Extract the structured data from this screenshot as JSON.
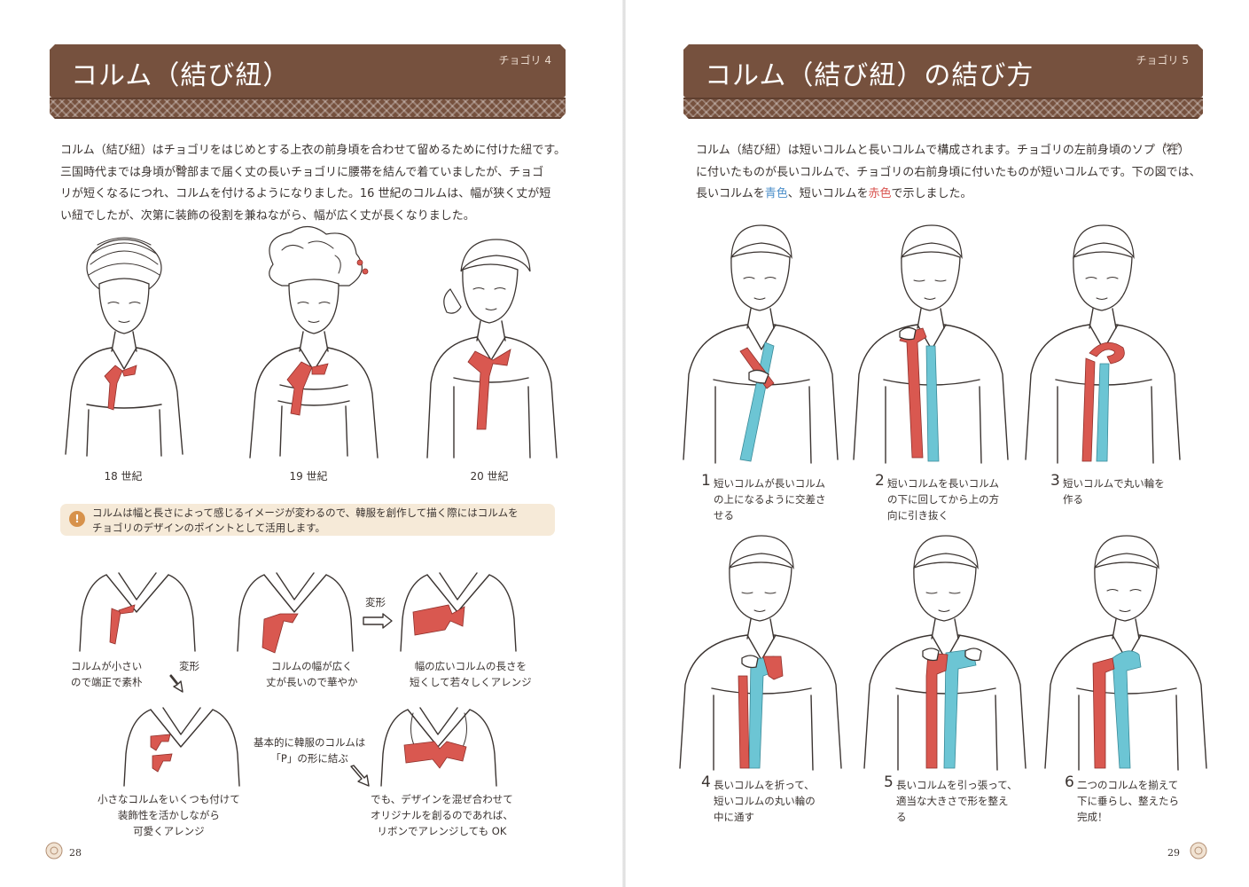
{
  "left_page": {
    "tag": "チョゴリ 4",
    "title": "コルム（結び紐）",
    "paragraph": {
      "l1": "コルム（結び紐）はチョゴリをはじめとする上衣の前身頃を合わせて留めるために付けた紐です。",
      "l2a": "三国時代までは身頃が",
      "l2_ruby_base": "臀",
      "l2_ruby": "でん",
      "l2b": "部まで届く丈の長いチョゴリに腰帯を結んで着ていましたが、チョゴ",
      "l3": "リが短くなるにつれ、コルムを付けるようになりました。16 世紀のコルムは、幅が狭く丈が短",
      "l4": "い紐でしたが、次第に装飾の役割を兼ねながら、幅が広く丈が長くなりました。"
    },
    "figures": {
      "c18": "18 世紀",
      "c19": "19 世紀",
      "c20": "20 世紀"
    },
    "note": {
      "icon": "!",
      "l1": "コルムは幅と長さによって感じるイメージが変わるので、韓服を創作して描く際にはコルムを",
      "l2": "チョゴリのデザインのポイントとして活用します。"
    },
    "variants": {
      "a1": "コルムが小さい",
      "a2": "ので端正で素朴",
      "henkei1": "変形",
      "b1": "コルムの幅が広く",
      "b2": "丈が長いので華やか",
      "henkei2": "変形",
      "c1": "幅の広いコルムの長さを",
      "c2": "短くして若々しくアレンジ",
      "d1": "小さなコルムをいくつも付けて",
      "d2": "装飾性を活かしながら",
      "d3": "可愛くアレンジ",
      "e1": "基本的に韓服のコルムは",
      "e2": "「P」の形に結ぶ",
      "f1": "でも、デザインを混ぜ合わせて",
      "f2": "オリジナルを創るのであれば、",
      "f3": "リボンでアレンジしても OK"
    },
    "page_number": "28"
  },
  "right_page": {
    "tag": "チョゴリ 5",
    "title": "コルム（結び紐）の結び方",
    "paragraph": {
      "l1a": "コルム（結び紐）は短いコルムと長いコルムで構成されます。チョゴリの左前身頃のソプ（",
      "l1_ruby_base": "衽",
      "l1_ruby": "おくみ",
      "l1b": "）",
      "l2": "に付いたものが長いコルムで、チョゴリの右前身頃に付いたものが短いコルムです。下の図では、",
      "l3a": "長いコルムを",
      "blue_word": "青色",
      "l3b": "、短いコルムを",
      "red_word": "赤色",
      "l3c": "で示しました。"
    },
    "steps": [
      {
        "num": "1",
        "l1": "短いコルムが長いコルム",
        "l2": "の上になるように交差さ",
        "l3": "せる"
      },
      {
        "num": "2",
        "l1": "短いコルムを長いコルム",
        "l2": "の下に回してから上の方",
        "l3": "向に引き抜く"
      },
      {
        "num": "3",
        "l1": "短いコルムで丸い輪を",
        "l2": "作る",
        "l3": ""
      },
      {
        "num": "4",
        "l1": "長いコルムを折って、",
        "l2": "短いコルムの丸い輪の",
        "l3": "中に通す"
      },
      {
        "num": "5",
        "l1": "長いコルムを引っ張って、",
        "l2": "適当な大きさで形を整え",
        "l3": "る"
      },
      {
        "num": "6",
        "l1": "二つのコルムを揃えて",
        "l2": "下に垂らし、整えたら",
        "l3": "完成！"
      }
    ],
    "page_number": "29"
  },
  "colors": {
    "banner": "#76513e",
    "long_korum": "#6cc5d4",
    "short_korum": "#d95850",
    "note_bg": "#f6ead8",
    "note_icon": "#d7924b"
  }
}
